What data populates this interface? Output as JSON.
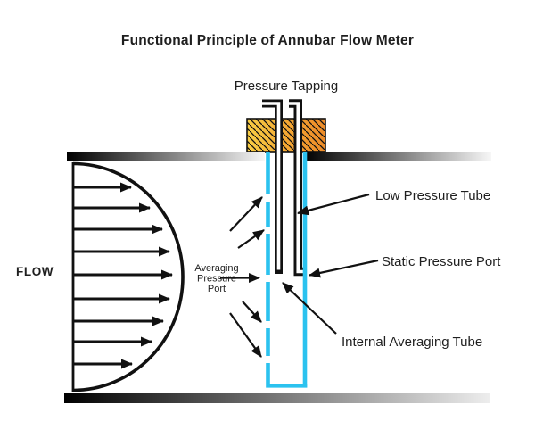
{
  "title": "Functional Principle of Annubar Flow Meter",
  "annotations": {
    "pressure_tapping": "Pressure Tapping",
    "flow": "FLOW",
    "averaging_pressure_port": [
      "Averaging",
      "Pressure",
      "Port"
    ],
    "low_pressure_tube": "Low Pressure Tube",
    "static_pressure_port": "Static Pressure Port",
    "internal_averaging_tube": "Internal Averaging Tube"
  },
  "colors": {
    "title_orange": "#F68B1E",
    "flow_orange": "#F68B1E",
    "probe_cyan": "#2BC2EF",
    "diagram_black": "#111111",
    "flange_gradient_start": "#F8CE45",
    "flange_gradient_end": "#EE8B28",
    "pipe_wall_gradient_start": "#000000",
    "pipe_wall_gradient_end": "#f7f7f7"
  },
  "diagram": {
    "type": "annubar-flow-meter-principle",
    "flow_direction": "left-to-right",
    "velocity_profile_arrow_count": 9,
    "averaging_port_arrow_count": 5
  }
}
